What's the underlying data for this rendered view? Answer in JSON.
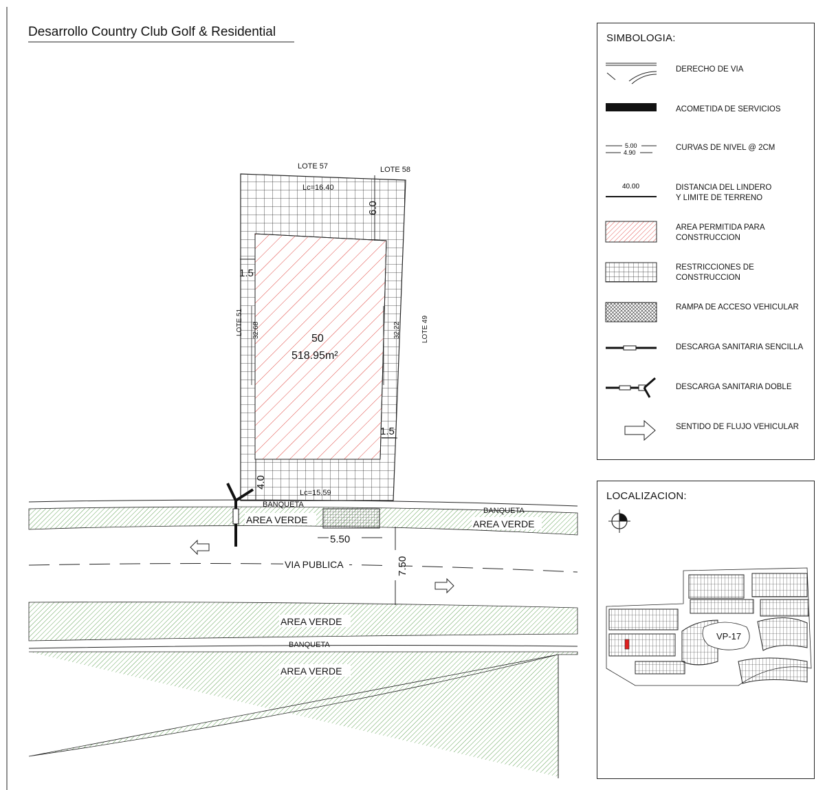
{
  "title": "Desarrollo Country Club Golf & Residential",
  "plan": {
    "lot_number": "50",
    "lot_area": "518.95m²",
    "neighbor_top": "LOTE 57",
    "neighbor_top_right": "LOTE 58",
    "neighbor_left": "LOTE 51",
    "neighbor_right": "LOTE 49",
    "chord_top": "Lc=16.40",
    "chord_bottom": "Lc=15.59",
    "side_left": "32.68",
    "side_right": "32.22",
    "setback_back": "6.0",
    "setback_left": "1.5",
    "setback_right": "1.5",
    "setback_front": "4.0",
    "ramp_width": "5.50",
    "road_width": "7.50",
    "sidewalk_1": "BANQUETA",
    "sidewalk_2": "BANQUETA",
    "sidewalk_3": "BANQUETA",
    "green_1": "AREA VERDE",
    "green_2": "AREA VERDE",
    "green_3": "AREA VERDE",
    "green_4": "AREA VERDE",
    "road_name": "VIA PUBLICA"
  },
  "symbology": {
    "title": "SIMBOLOGIA:",
    "items": [
      {
        "icon": "right-of-way-icon",
        "label": "DERECHO DE VIA"
      },
      {
        "icon": "utility-connection-icon",
        "label": "ACOMETIDA DE SERVICIOS"
      },
      {
        "icon": "contour-lines-icon",
        "label": "CURVAS DE NIVEL @ 2CM",
        "sample_upper": "5.00",
        "sample_lower": "4.90"
      },
      {
        "icon": "boundary-distance-icon",
        "label": "DISTANCIA DEL LINDERO\nY LIMITE DE TERRENO",
        "sample_value": "40.00"
      },
      {
        "icon": "buildable-area-icon",
        "label": "AREA PERMITIDA PARA\nCONSTRUCCION"
      },
      {
        "icon": "construction-restriction-icon",
        "label": "RESTRICCIONES DE CONSTRUCCION"
      },
      {
        "icon": "vehicle-ramp-icon",
        "label": "RAMPA DE ACCESO VEHICULAR"
      },
      {
        "icon": "single-sewer-icon",
        "label": "DESCARGA SANITARIA SENCILLA"
      },
      {
        "icon": "double-sewer-icon",
        "label": "DESCARGA SANITARIA DOBLE"
      },
      {
        "icon": "traffic-flow-arrow-icon",
        "label": "SENTIDO DE FLUJO VEHICULAR"
      }
    ]
  },
  "location": {
    "title": "LOCALIZACION:",
    "area_label": "VP-17"
  },
  "colors": {
    "hatch_red": "#e0453f",
    "hatch_green": "#3a8a2a",
    "grid": "#222222",
    "highlight_lot": "#e02020"
  }
}
